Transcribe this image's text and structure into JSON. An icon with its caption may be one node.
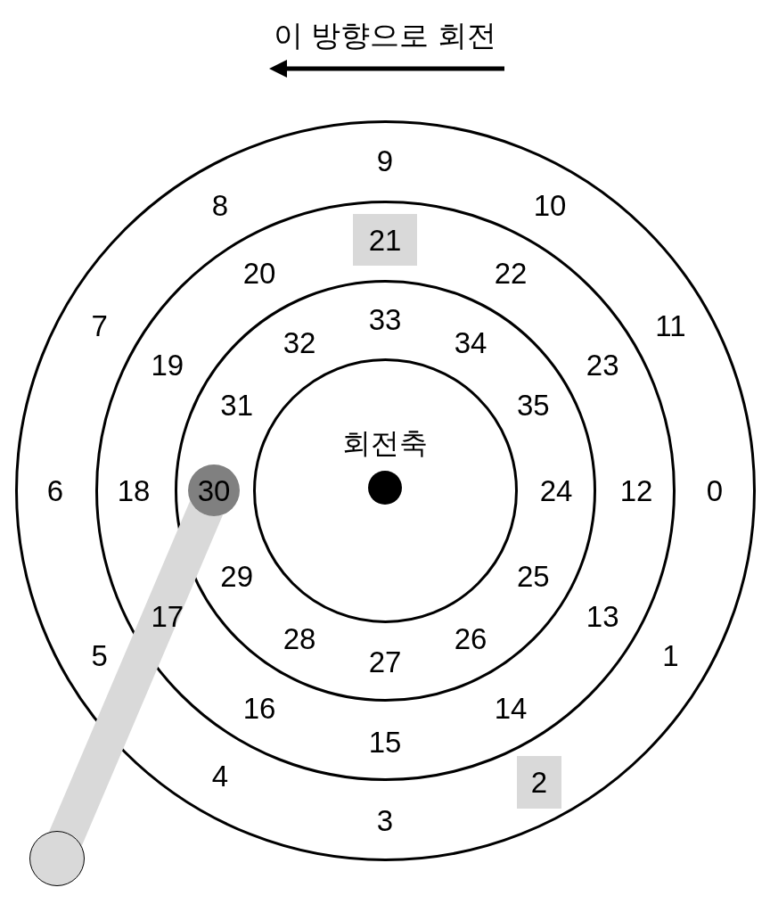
{
  "diagram": {
    "nodes": [
      {
        "text": [],
        "shape": "circle"
      },
      {
        "text": [
          "2"
        ],
        "in": 0
      },
      {
        "text": [],
        "shape": "circle",
        "in": 0
      },
      {
        "text": [
          "21"
        ],
        "in": 2
      },
      {
        "text": [],
        "shape": "circle",
        "in": 2
      },
      {
        "text": [
          "30"
        ],
        "in": 4
      },
      {
        "text": [],
        "shape": "circle",
        "in": 4
      },
      {
        "text": [
          "회전축"
        ],
        "in": 6
      },
      {
        "text": [],
        "shape": "circle"
      }
    ],
    "edges": [
      {
        "from": 8,
        "to": 5,
        "arrow": "none",
        "style": "thick",
        "color": "#d9d9d9"
      }
    ],
    "labels": [
      "이 방향으로 회전",
      "0",
      "1",
      "3",
      "4",
      "5",
      "6",
      "7",
      "8",
      "9",
      "10",
      "11",
      "12",
      "13",
      "14",
      "15",
      "16",
      "17",
      "18",
      "19",
      "20",
      "22",
      "23",
      "24",
      "25",
      "26",
      "27",
      "28",
      "29",
      "31",
      "32",
      "33",
      "34",
      "35"
    ]
  }
}
